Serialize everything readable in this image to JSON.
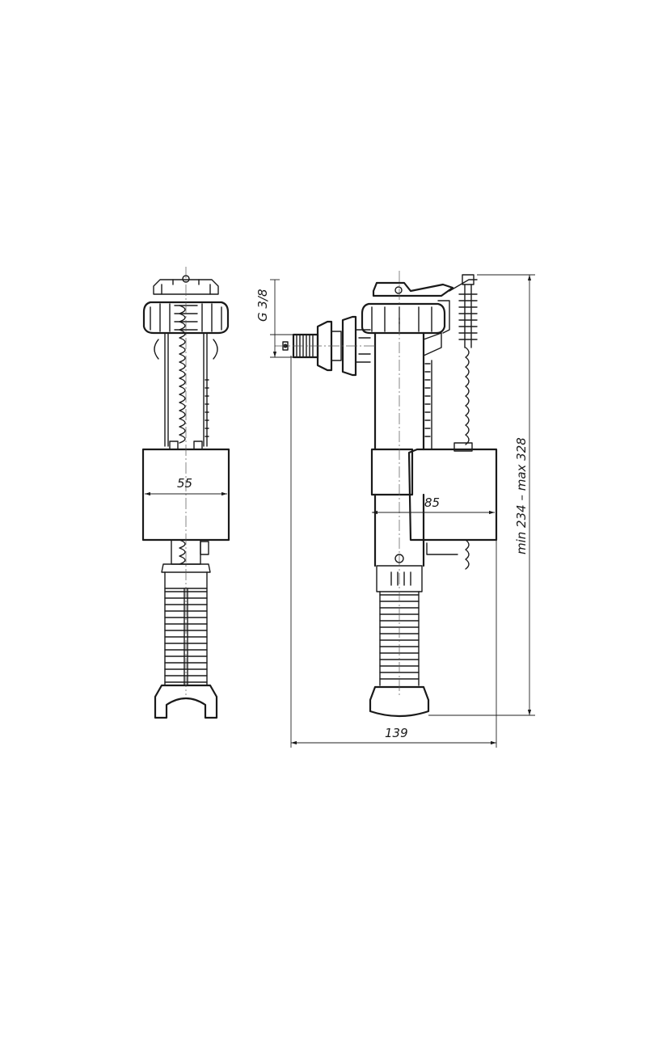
{
  "dimensions": {
    "front_width": "55",
    "side_width": "85",
    "overall_width": "139",
    "height_range": "min 234 – max 328",
    "thread": "G 3/8"
  }
}
